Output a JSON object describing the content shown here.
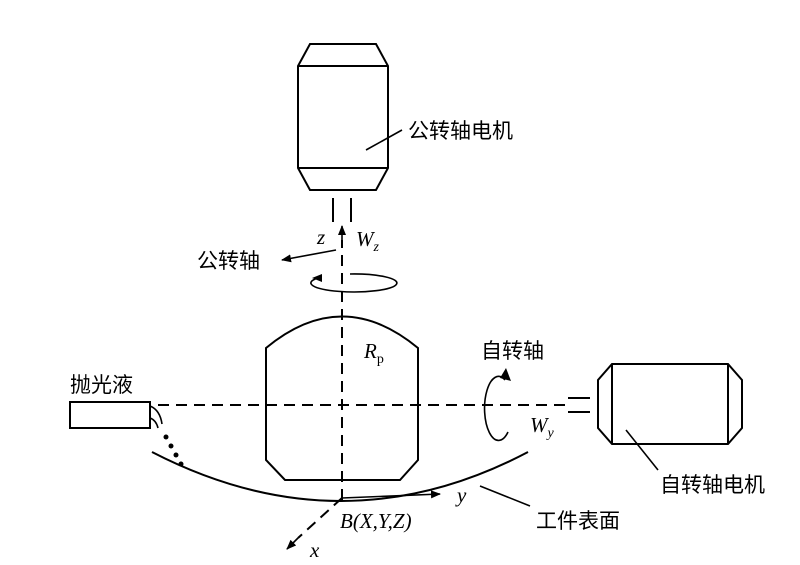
{
  "labels": {
    "revolution_motor": "公转轴电机",
    "revolution_axis": "公转轴",
    "rotation_axis": "自转轴",
    "rotation_motor": "自转轴电机",
    "polishing_fluid": "抛光液",
    "workpiece_surface": "工件表面"
  },
  "symbols": {
    "z_axis": "z",
    "y_axis": "y",
    "x_axis": "x",
    "Wz_main": "W",
    "Wz_sub": "z",
    "Wy_main": "W",
    "Wy_sub": "y",
    "Rp_main": "R",
    "Rp_sub": "p",
    "contact_point": "B(X,Y,Z)"
  }
}
